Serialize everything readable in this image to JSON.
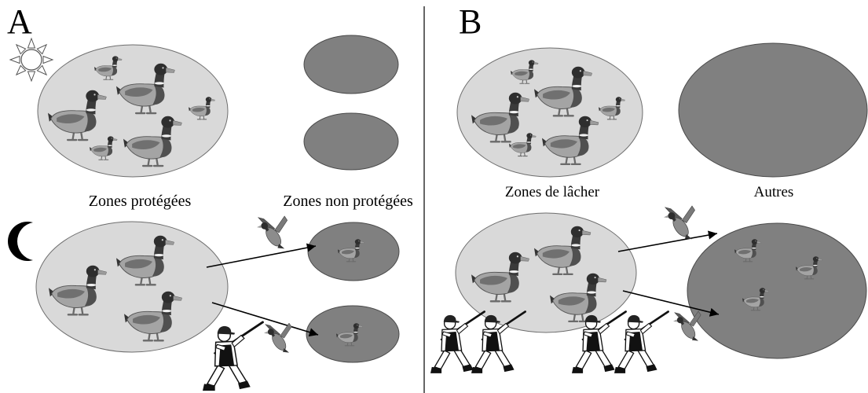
{
  "panel_a": {
    "label": "A",
    "protected_zones_label": "Zones protégées",
    "unprotected_zones_label": "Zones non protégées"
  },
  "panel_b": {
    "label": "B",
    "release_zones_label": "Zones de lâcher",
    "other_zones_label": "Autres"
  },
  "icons": {
    "day": "sun-icon",
    "night": "moon-icon",
    "duck": "mallard-duck-icon",
    "flying_duck": "flying-duck-icon",
    "hunter": "hunter-icon",
    "arrow": "arrow-icon"
  },
  "colors": {
    "zone_light": "#d9d9d9",
    "zone_dark": "#808080",
    "outline": "#000000"
  }
}
